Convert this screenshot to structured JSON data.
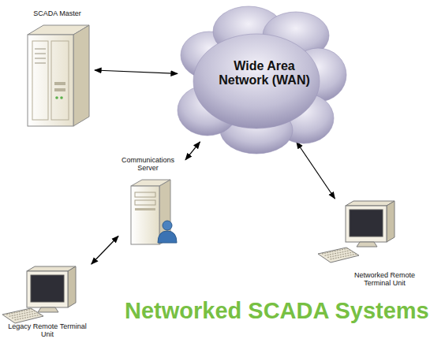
{
  "diagram": {
    "title": "Networked SCADA Systems",
    "nodes": [
      {
        "text": [
          "SCADA Master"
        ]
      },
      {
        "text": [
          "Wide Area Network (WAN)"
        ]
      },
      {
        "text": [
          "Communications Server"
        ]
      },
      {
        "text": [
          "Networked Remote Terminal Unit"
        ]
      },
      {
        "text": [
          "Legacy Remote Terminal Unit"
        ]
      }
    ],
    "edges": [
      {
        "from": 0,
        "to": 1,
        "arrow": "both"
      },
      {
        "from": 2,
        "to": 1,
        "arrow": "both"
      },
      {
        "from": 3,
        "to": 1,
        "arrow": "both"
      },
      {
        "from": 4,
        "to": 2,
        "arrow": "both"
      }
    ]
  }
}
